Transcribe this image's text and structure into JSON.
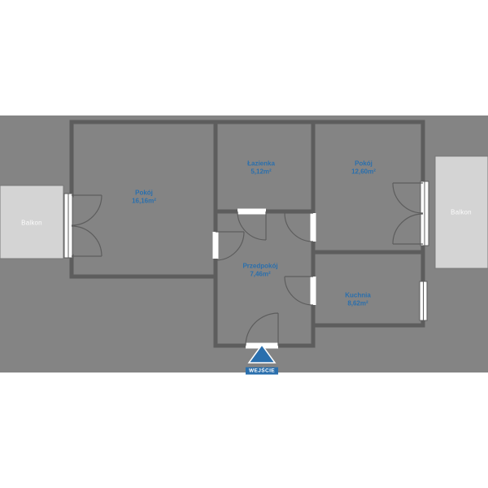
{
  "colors": {
    "site_gray": "#848484",
    "wall_gray": "#5d5d5d",
    "balcony_gray": "#d4d4d4",
    "label_blue": "#2a6fad",
    "text_white": "#ffffff"
  },
  "plan": {
    "rooms": [
      {
        "name": "Pokój",
        "area": "16,16m²"
      },
      {
        "name": "Łazienka",
        "area": "5,12m²"
      },
      {
        "name": "Pokój",
        "area": "12,60m²"
      },
      {
        "name": "Przedpokój",
        "area": "7,46m²"
      },
      {
        "name": "Kuchnia",
        "area": "8,62m²"
      }
    ],
    "balconies": [
      {
        "label": "Balkon"
      },
      {
        "label": "Balkon"
      }
    ],
    "entrance": {
      "label": "WEJŚCIE"
    }
  }
}
